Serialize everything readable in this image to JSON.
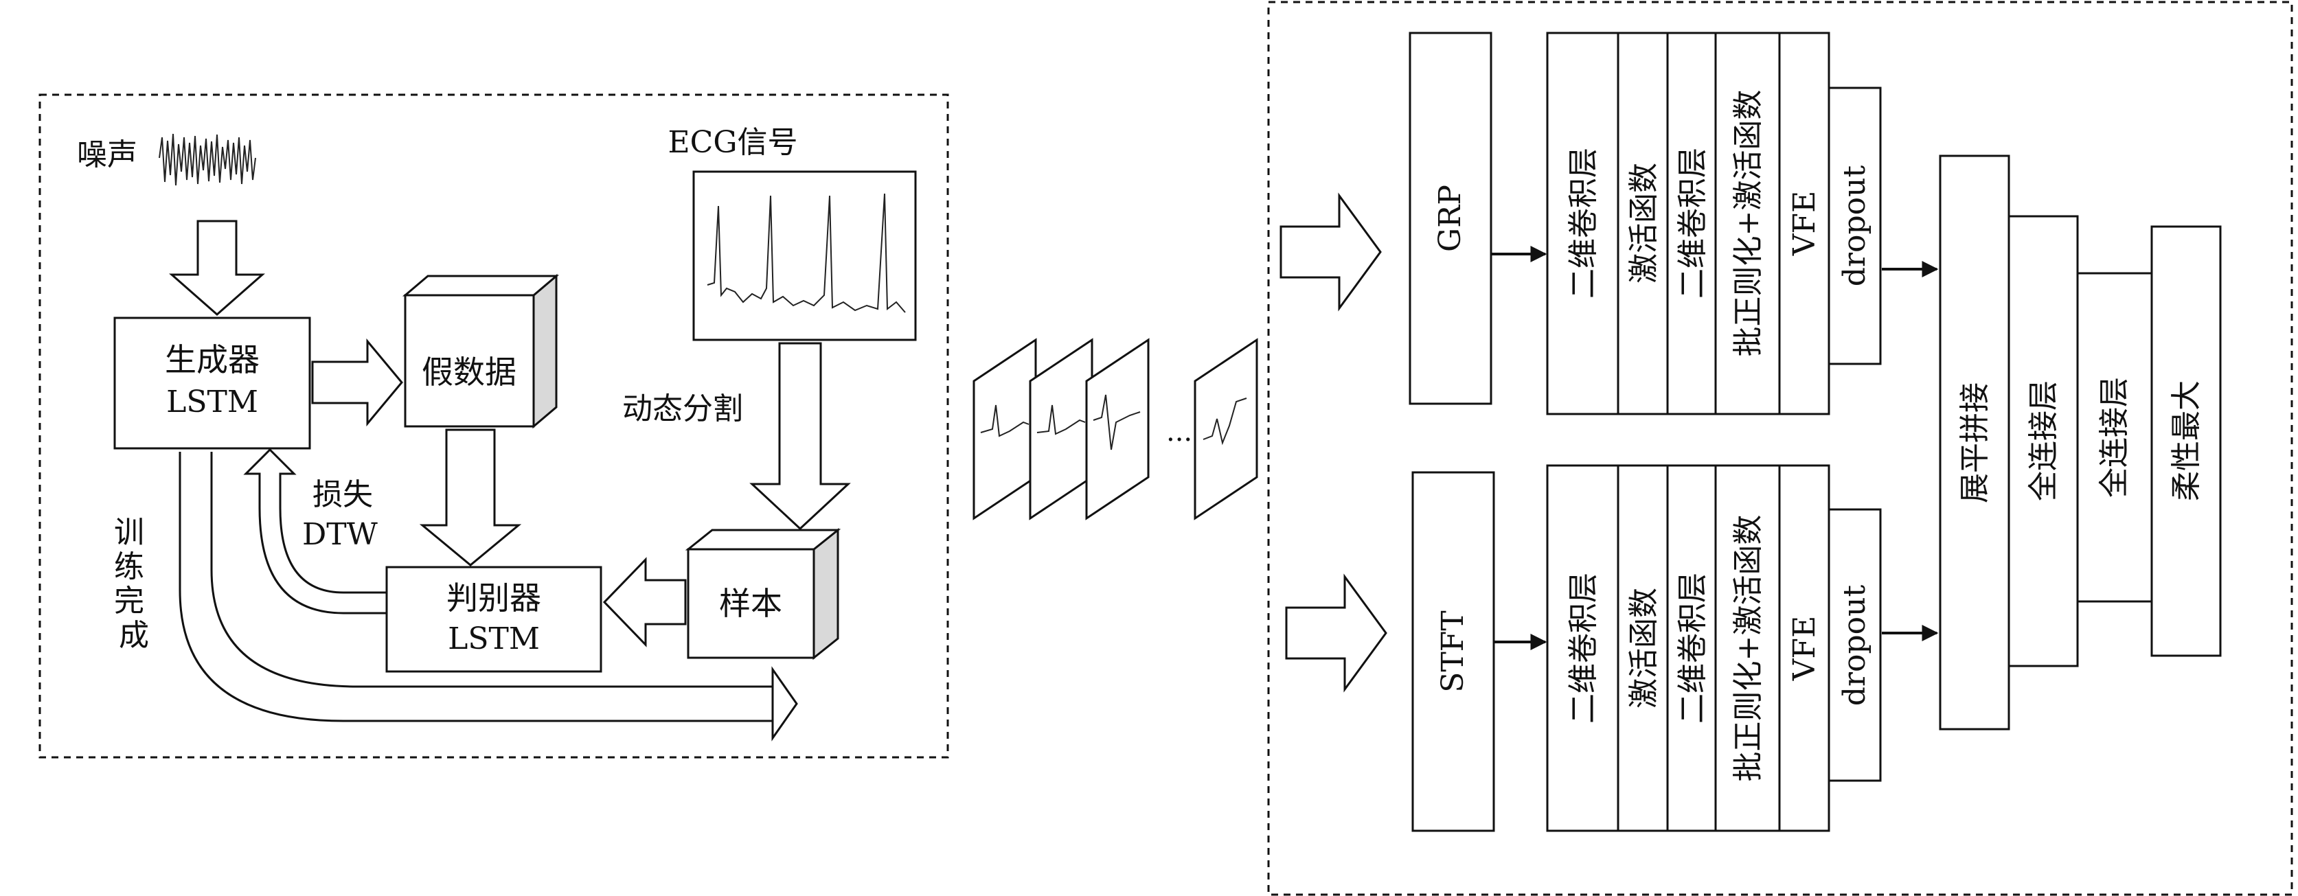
{
  "left_panel": {
    "noise_label": "噪声",
    "generator": {
      "line1": "生成器",
      "line2": "LSTM"
    },
    "fake_data": "假数据",
    "ecg_label": "ECG信号",
    "dynamic_split": "动态分割",
    "sample": "样本",
    "loss": {
      "line1": "损失",
      "line2": "DTW"
    },
    "discriminator": {
      "line1": "判别器",
      "line2": "LSTM"
    },
    "training_done": "训练完成"
  },
  "middle": {
    "ellipsis": "..."
  },
  "right_panel": {
    "inputs": [
      "GRP",
      "STFT"
    ],
    "branch_layers": [
      "二维卷积层",
      "激活函数",
      "二维卷积层",
      "批正则化+激活函数",
      "VFE",
      "dropout"
    ],
    "head_layers": [
      "展平拼接",
      "全连接层",
      "全连接层",
      "柔性最大"
    ]
  },
  "colors": {
    "stroke": "#111111",
    "background": "#ffffff",
    "cube_side": "#d9d9d9"
  }
}
